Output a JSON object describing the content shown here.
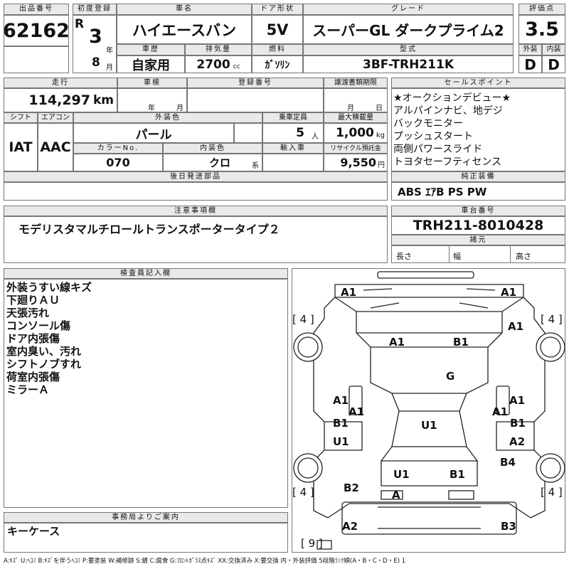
{
  "header": {
    "lot_no_label": "出品番号",
    "lot_no": "62162",
    "first_reg_label": "初度登録",
    "era": "R",
    "year": "3",
    "year_unit": "年",
    "month": "8",
    "month_unit": "月",
    "name_label": "車名",
    "name": "ハイエースバン",
    "history_label": "車歴",
    "history": "自家用",
    "displacement_label": "排気量",
    "displacement": "2700",
    "displacement_unit": "cc",
    "door_label": "ドア形状",
    "door": "5V",
    "fuel_label": "燃料",
    "fuel": "ｶﾞｿﾘﾝ",
    "grade_label": "グレード",
    "grade": "スーパーGL ダークプライム2",
    "model_label": "型式",
    "model": "3BF-TRH211K",
    "score_label": "評価点",
    "score": "3.5",
    "ext_label": "外装",
    "int_label": "内装",
    "ext": "D",
    "int": "D"
  },
  "row2": {
    "mileage_label": "走行",
    "mileage": "114,297",
    "mileage_unit": "km",
    "inspection_label": "車検",
    "insp_year": "年",
    "insp_month": "月",
    "reg_label": "登録番号",
    "transfer_label": "譲渡書類期限",
    "transfer_month": "月",
    "transfer_day": "日",
    "shift_label": "シフト",
    "shift": "IAT",
    "ac_label": "エアコン",
    "ac": "AAC",
    "color_label": "外装色",
    "color": "パール",
    "seats_label": "乗車定員",
    "seats": "5",
    "seats_unit": "人",
    "load_label": "最大積載量",
    "load": "1,000",
    "load_unit": "kg",
    "colorno_label": "カラーNo.",
    "colorno": "070",
    "interior_label": "内装色",
    "interior": "クロ",
    "interior_unit": "系",
    "import_label": "輸入車",
    "recycle_label": "リサイクル預託金",
    "recycle": "9,550",
    "recycle_unit": "円",
    "later_label": "後日発送部品"
  },
  "sales": {
    "label": "セールスポイント",
    "items": [
      "★オークションデビュー★",
      "アルパインナビ、地デジ",
      "バックモニター",
      "プッシュスタート",
      "両側パワースライド",
      "トヨタセーフティセンス"
    ],
    "equip_label": "純正装備",
    "equip": "ABS ｴｱB PS PW"
  },
  "notes": {
    "label": "注意事項欄",
    "text": "モデリスタマルチロールトランスポータータイプ２"
  },
  "chassis": {
    "label": "車台番号",
    "number": "TRH211-8010428",
    "spec_label": "諸元",
    "length": "長さ",
    "width": "幅",
    "height": "高さ"
  },
  "inspector": {
    "label": "検査員記入欄",
    "lines": [
      "外装うすい線キズ",
      "下廻りＡＵ",
      "天張汚れ",
      "コンソール傷",
      "ドア内張傷",
      "室内臭い、汚れ",
      "シフトノブすれ",
      "荷室内張傷",
      "ミラーＡ"
    ]
  },
  "office": {
    "label": "事務局よりご案内",
    "text": "キーケース"
  },
  "diagram": {
    "marks": [
      "A1",
      "A1",
      "A1",
      "A1",
      "B1",
      "G",
      "A1",
      "A1",
      "A1",
      "A1",
      "B1",
      "B1",
      "U1",
      "A2",
      "U1",
      "U1",
      "B1",
      "B4",
      "B2",
      "A",
      "A2",
      "B3"
    ],
    "tires": [
      "[ 4 ]",
      "[ 4 ]",
      "[ 4 ]",
      "[ 4 ]",
      "[ 9 ]"
    ]
  },
  "legend": "A:ｷｽﾞ U:ﾍｺﾐ B:ｷｽﾞを伴うﾍｺﾐ P:要塗装 W:補修跡 S:錆 C:腐食 G:ﾌﾛﾝﾄｶﾞﾗｽ点ｷｽﾞ XX:交換済み X:要交換  内・外装評価 5段階ﾗﾝｸ順(A・B・C・D・E) 1"
}
